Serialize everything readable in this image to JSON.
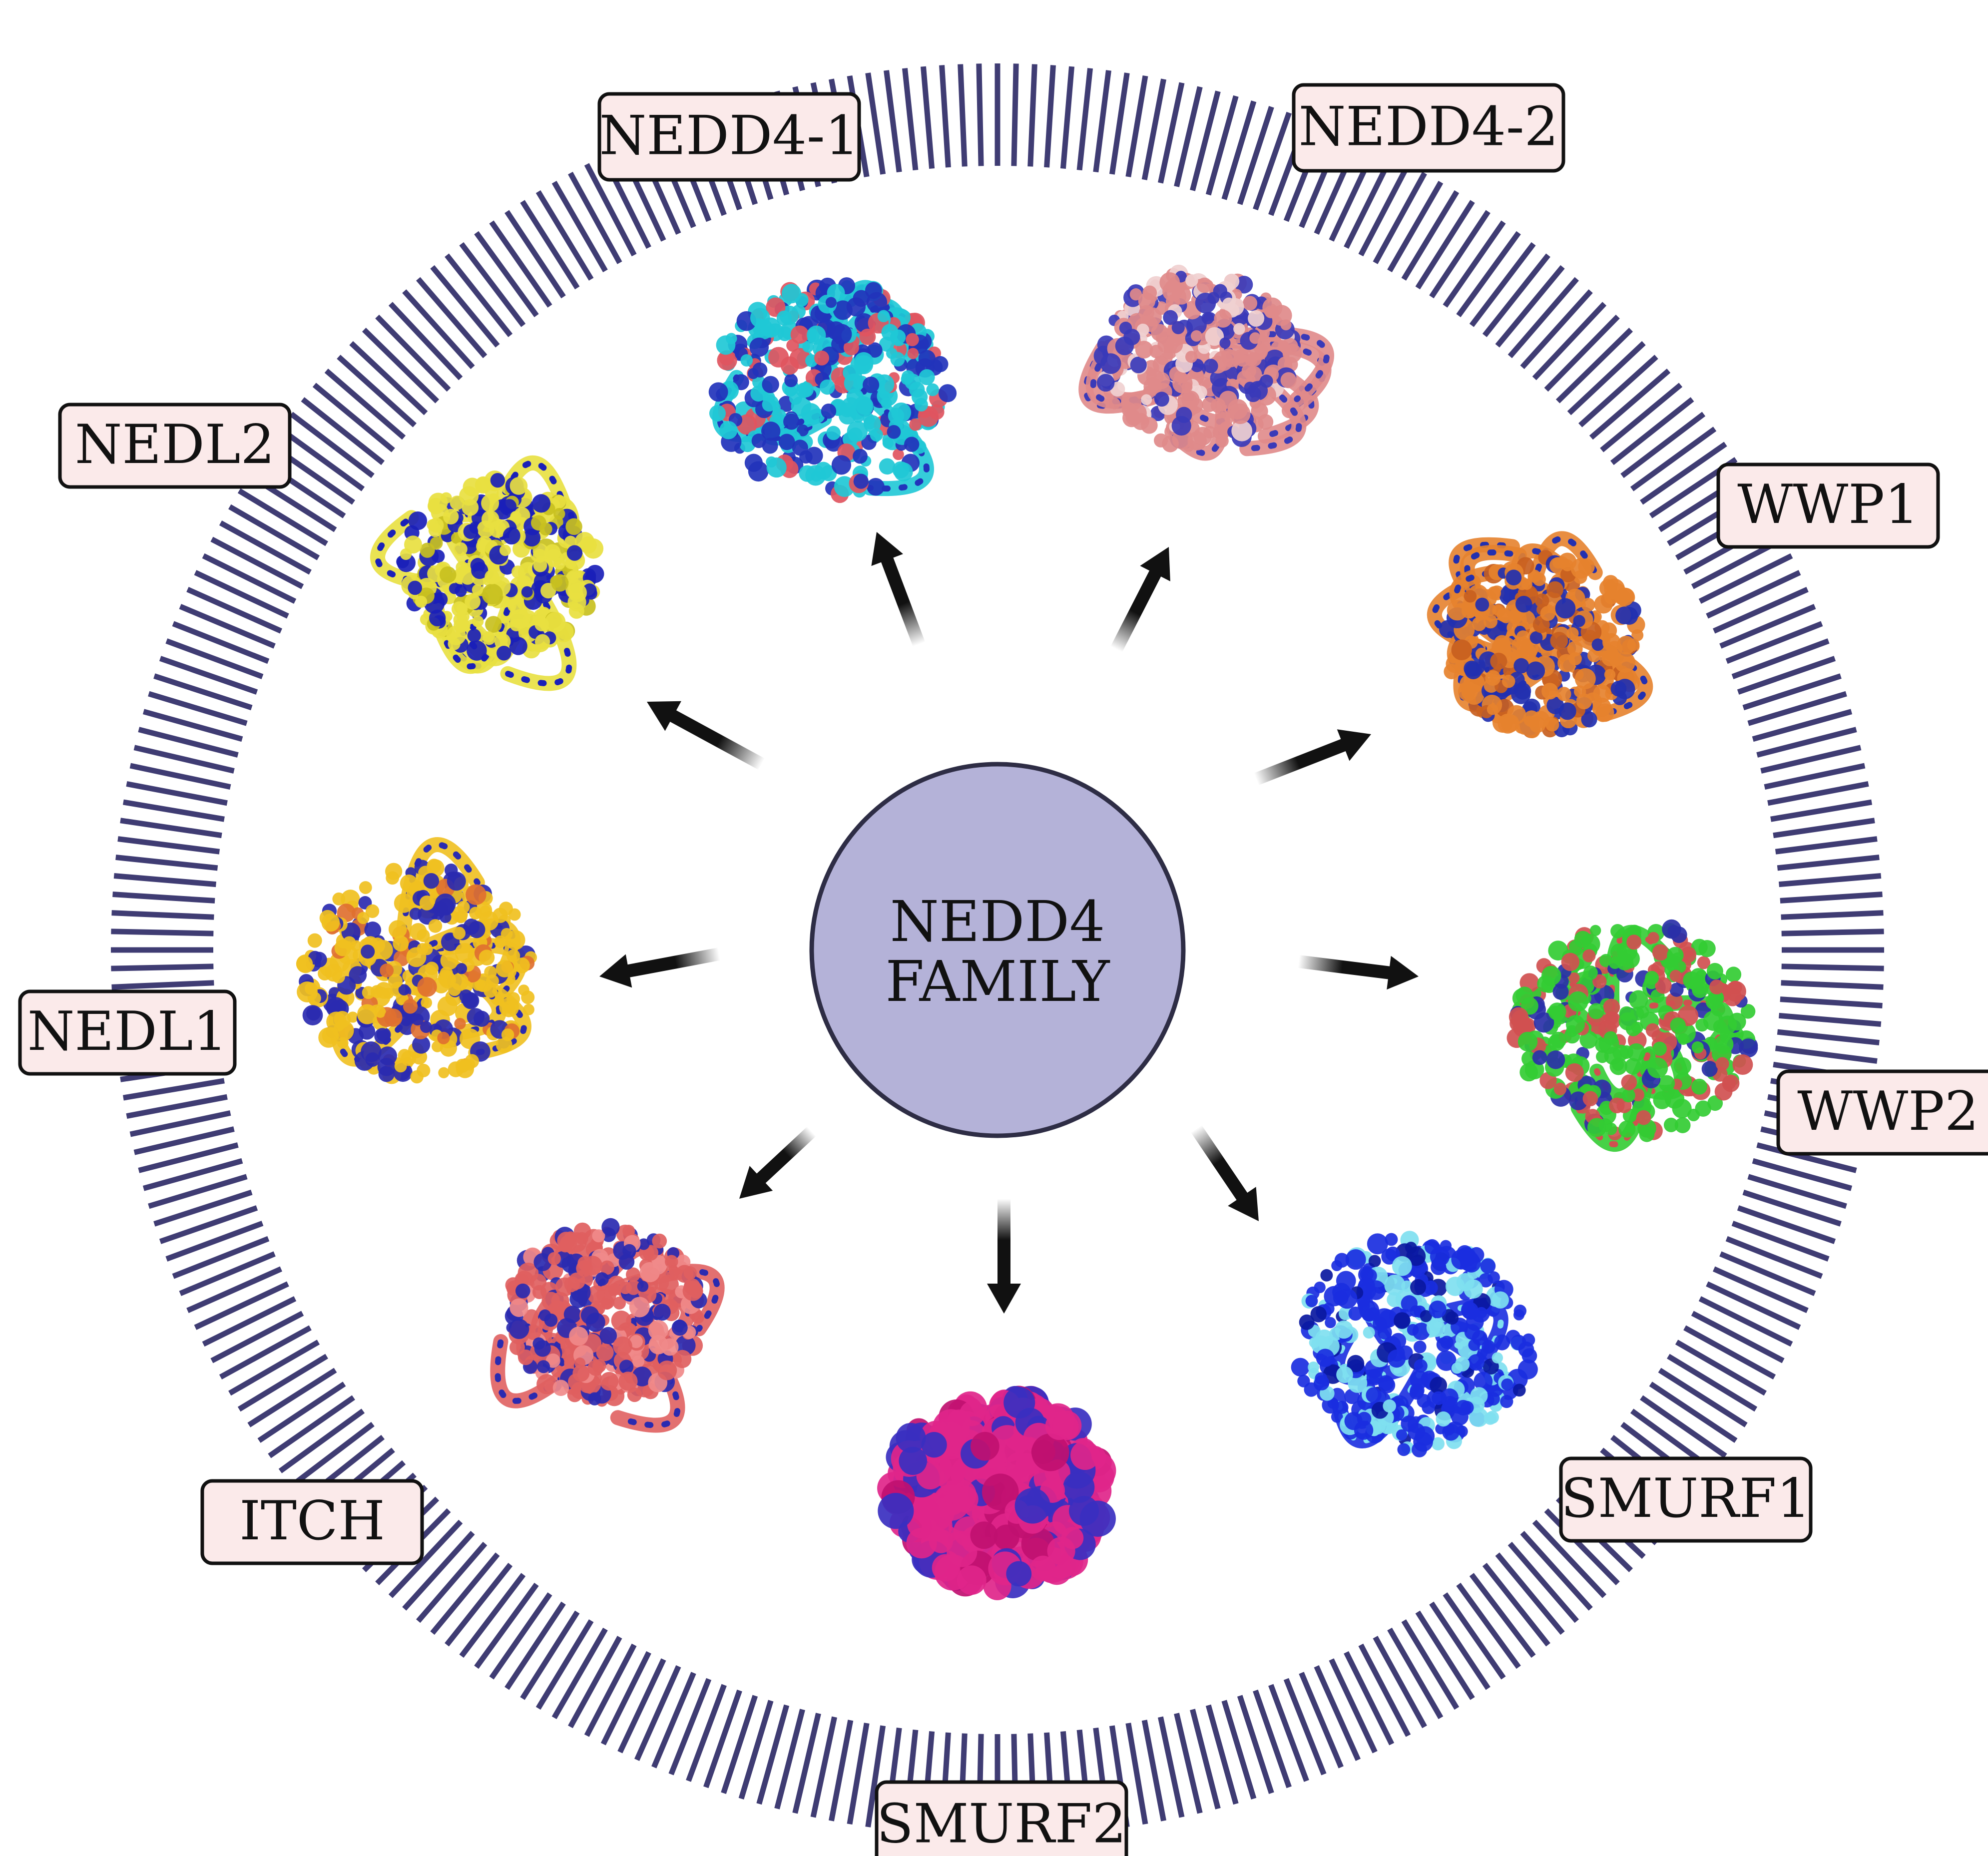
{
  "center": {
    "line1": "NEDD4",
    "line2": "FAMILY",
    "fill": "#b4b2d8",
    "stroke": "#2e2d45"
  },
  "ring_color": "#3f3c73",
  "label_fill": "#fbeaea",
  "members": [
    {
      "key": "nedd4-1",
      "label": "NEDD4-1",
      "colors": [
        "#1fc8d6",
        "#2233bb",
        "#e05560"
      ],
      "style": "globule"
    },
    {
      "key": "nedd4-2",
      "label": "NEDD4-2",
      "colors": [
        "#e08a8a",
        "#3a3ab8",
        "#f0d0d0"
      ],
      "style": "loops"
    },
    {
      "key": "wwp1",
      "label": "WWP1",
      "colors": [
        "#e6822e",
        "#2230b0",
        "#c86020"
      ],
      "style": "loops"
    },
    {
      "key": "wwp2",
      "label": "WWP2",
      "colors": [
        "#33cc33",
        "#d05050",
        "#2a30a8"
      ],
      "style": "globule"
    },
    {
      "key": "smurf1",
      "label": "SMURF1",
      "colors": [
        "#1a2ee0",
        "#7fe0f0",
        "#0a18a0"
      ],
      "style": "globule"
    },
    {
      "key": "smurf2",
      "label": "SMURF2",
      "colors": [
        "#e0258a",
        "#3a2fc0",
        "#c01070"
      ],
      "style": "surface"
    },
    {
      "key": "itch",
      "label": "ITCH",
      "colors": [
        "#e06060",
        "#2a2ab0",
        "#f08a8a"
      ],
      "style": "loops"
    },
    {
      "key": "nedl1",
      "label": "NEDL1",
      "colors": [
        "#f0c020",
        "#2a2ab0",
        "#e07030"
      ],
      "style": "globule"
    },
    {
      "key": "nedl2",
      "label": "NEDL2",
      "colors": [
        "#e8e040",
        "#1a20b8",
        "#c8c020"
      ],
      "style": "loops"
    }
  ]
}
